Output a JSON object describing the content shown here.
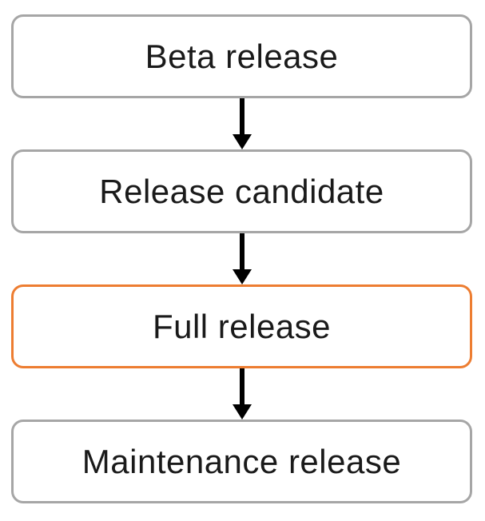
{
  "diagram": {
    "type": "flowchart",
    "direction": "top-down",
    "nodes": [
      {
        "id": "beta-release",
        "label": "Beta release",
        "border_color": "#A6A6A6",
        "highlighted": false
      },
      {
        "id": "release-candidate",
        "label": "Release candidate",
        "border_color": "#A6A6A6",
        "highlighted": false
      },
      {
        "id": "full-release",
        "label": "Full release",
        "border_color": "#ED7D31",
        "highlighted": true
      },
      {
        "id": "maintenance-release",
        "label": "Maintenance release",
        "border_color": "#A6A6A6",
        "highlighted": false
      }
    ],
    "edges": [
      {
        "from": "beta-release",
        "to": "release-candidate",
        "style": "arrow-down"
      },
      {
        "from": "release-candidate",
        "to": "full-release",
        "style": "arrow-down"
      },
      {
        "from": "full-release",
        "to": "maintenance-release",
        "style": "arrow-down"
      }
    ],
    "colors": {
      "node_border_default": "#A6A6A6",
      "node_border_highlight": "#ED7D31",
      "node_fill": "#FFFFFF",
      "arrow": "#000000",
      "text": "#1A1A1A",
      "background": "#FFFFFF"
    }
  }
}
